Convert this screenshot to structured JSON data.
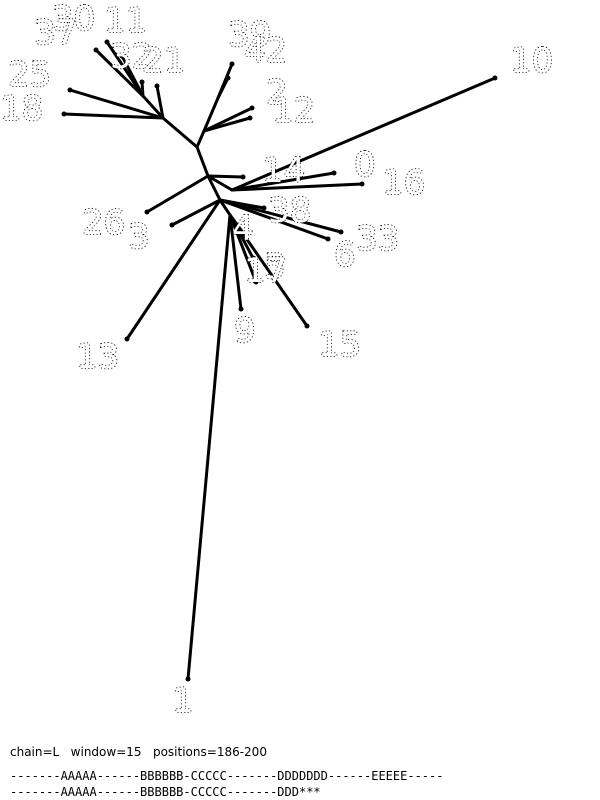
{
  "tree": {
    "leaves": [
      {
        "id": "leaf-30",
        "label": "30"
      },
      {
        "id": "leaf-37",
        "label": "37"
      },
      {
        "id": "leaf-11",
        "label": "11"
      },
      {
        "id": "leaf-32",
        "label": "32"
      },
      {
        "id": "leaf-21",
        "label": "21"
      },
      {
        "id": "leaf-25",
        "label": "25"
      },
      {
        "id": "leaf-18",
        "label": "18"
      },
      {
        "id": "leaf-39",
        "label": "39"
      },
      {
        "id": "leaf-42",
        "label": "42"
      },
      {
        "id": "leaf-2",
        "label": "2"
      },
      {
        "id": "leaf-12",
        "label": "12"
      },
      {
        "id": "leaf-10",
        "label": "10"
      },
      {
        "id": "leaf-14",
        "label": "14"
      },
      {
        "id": "leaf-0",
        "label": "0"
      },
      {
        "id": "leaf-16",
        "label": "16"
      },
      {
        "id": "leaf-26",
        "label": "26"
      },
      {
        "id": "leaf-3",
        "label": "3"
      },
      {
        "id": "leaf-38",
        "label": "38"
      },
      {
        "id": "leaf-6",
        "label": "6"
      },
      {
        "id": "leaf-33",
        "label": "33"
      },
      {
        "id": "leaf-4",
        "label": "4"
      },
      {
        "id": "leaf-5",
        "label": "5"
      },
      {
        "id": "leaf-17",
        "label": "17"
      },
      {
        "id": "leaf-9",
        "label": "9"
      },
      {
        "id": "leaf-15",
        "label": "15"
      },
      {
        "id": "leaf-13",
        "label": "13"
      },
      {
        "id": "leaf-1",
        "label": "1"
      }
    ]
  },
  "footer": {
    "params": "chain=L   window=15   positions=186-200",
    "sequence_line_1": "-------AAAAA------BBBBBB-CCCCC-------DDDDDDD------EEEEE-----",
    "sequence_line_2": "-------AAAAA------BBBBBB-CCCCC-------DDD***"
  }
}
